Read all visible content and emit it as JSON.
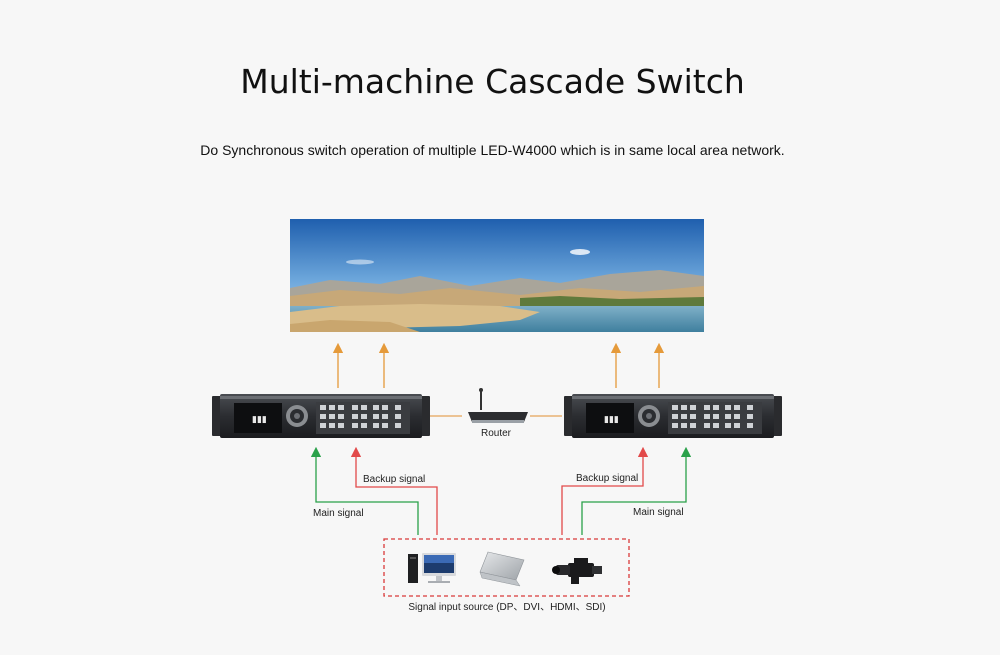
{
  "header": {
    "title": "Multi-machine Cascade Switch",
    "subtitle": "Do Synchronous switch operation of multiple LED-W4000 which is in same local area network."
  },
  "diagram": {
    "router_label": "Router",
    "left": {
      "backup_label": "Backup signal",
      "main_label": "Main signal"
    },
    "right": {
      "backup_label": "Backup signal",
      "main_label": "Main signal"
    },
    "source_label": "Signal input source (DP、DVI、HDMI、SDI)",
    "sources": [
      "desktop-computer-icon",
      "laptop-icon",
      "video-camera-icon"
    ],
    "device_screen_text": "▮▮▮"
  },
  "colors": {
    "output_arrow": "#e59a3a",
    "backup_signal": "#e24a4a",
    "main_signal": "#2aa14a",
    "source_box_border": "#d93a3a",
    "network_line": "#e6a45a"
  }
}
